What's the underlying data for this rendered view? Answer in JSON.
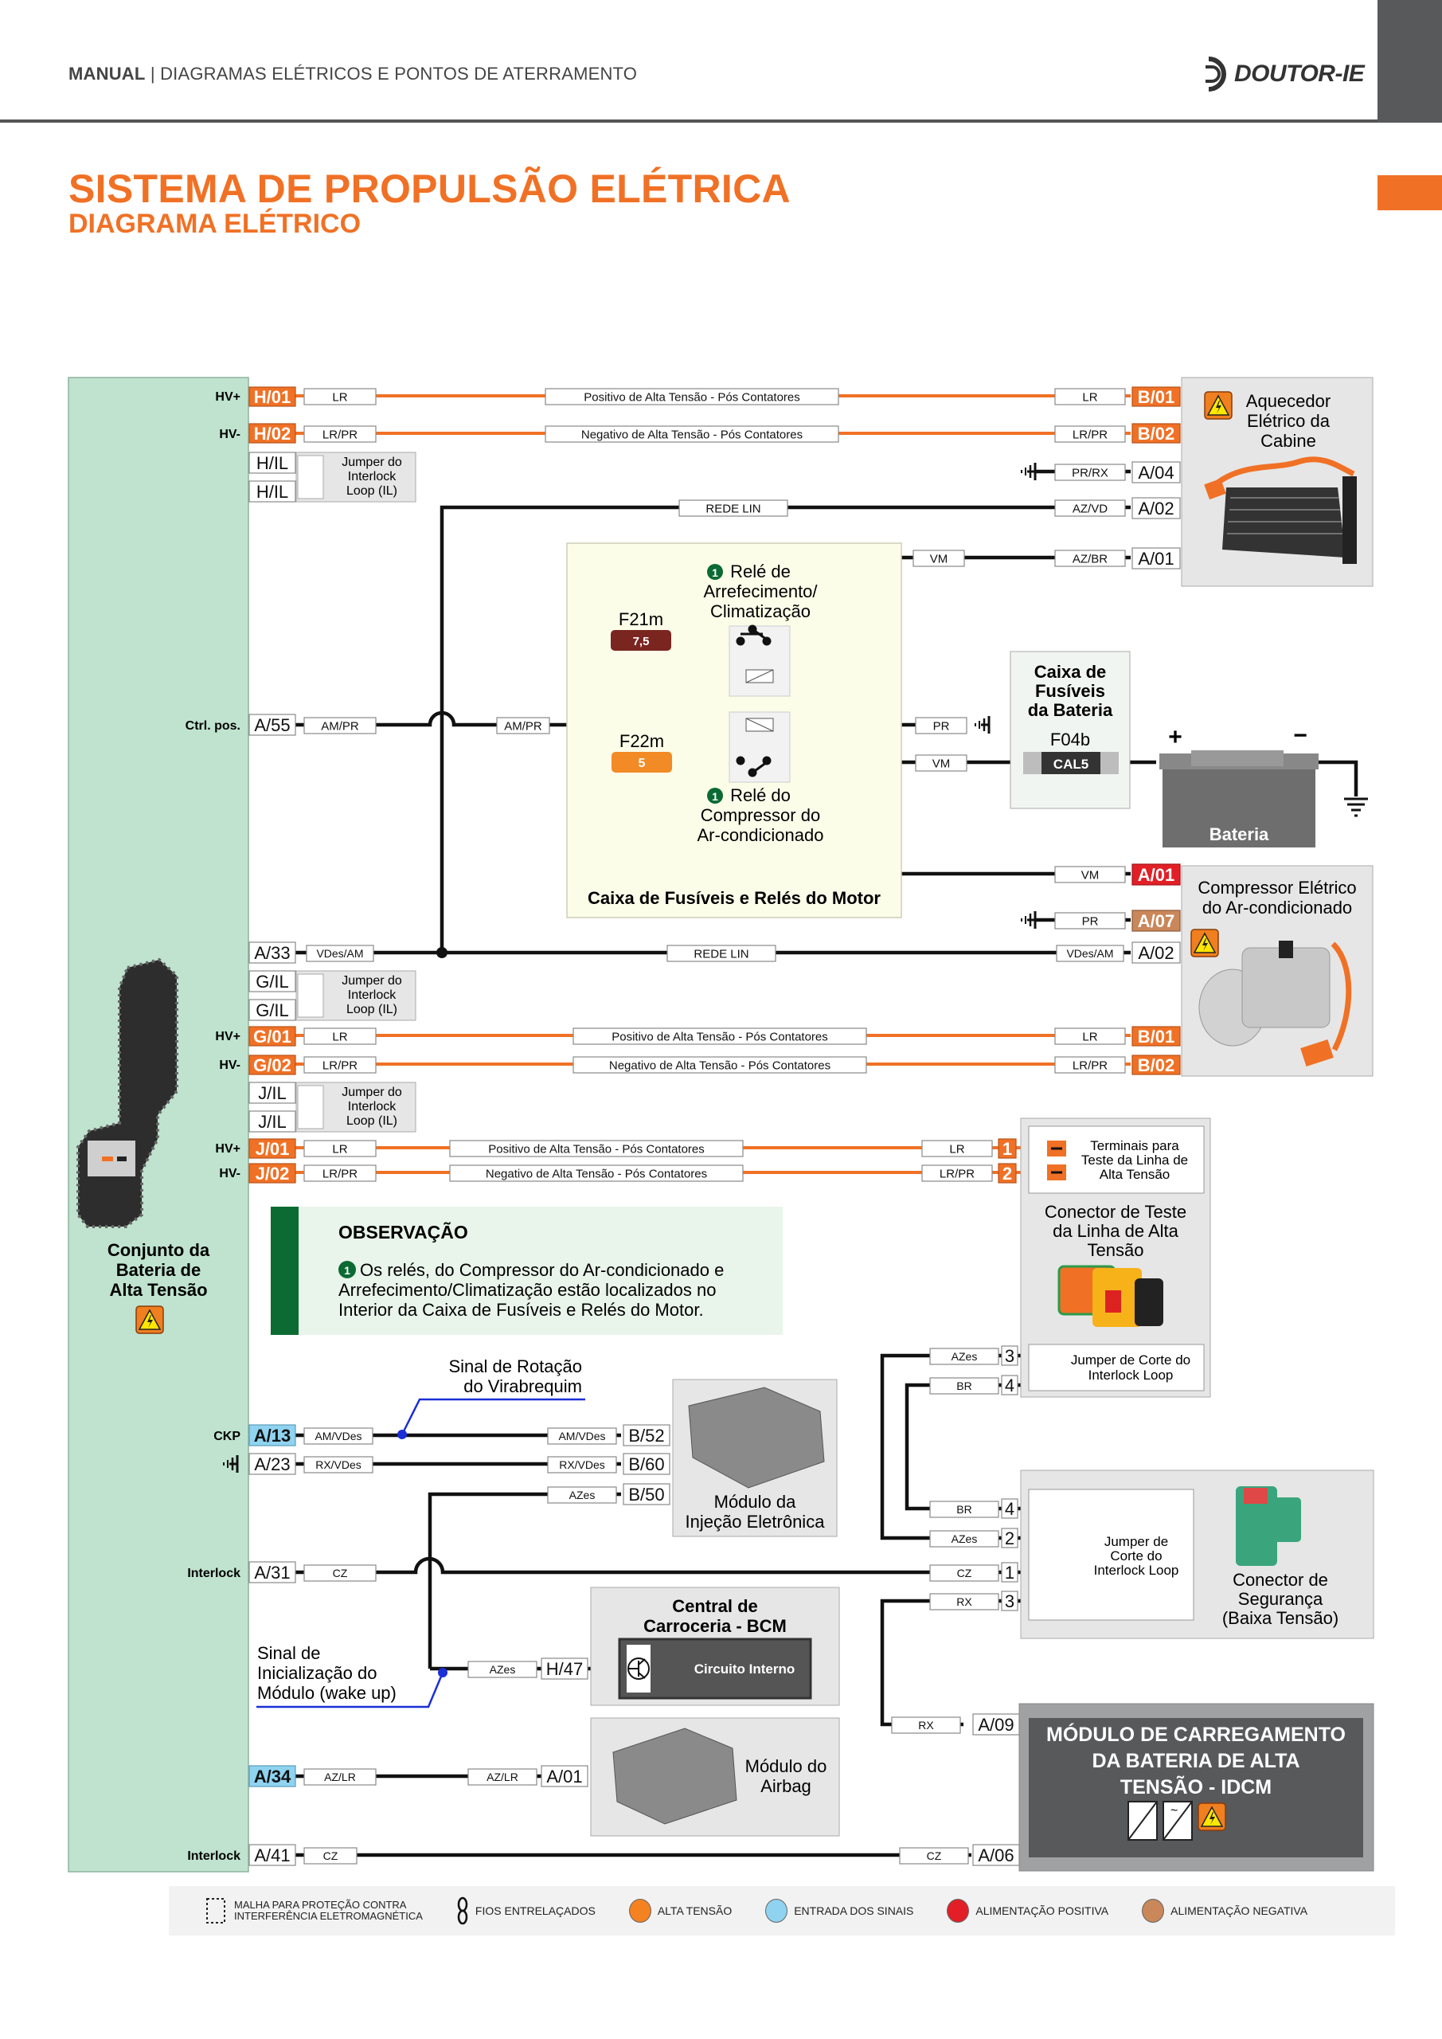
{
  "header": {
    "manual": "MANUAL",
    "section": "DIAGRAMAS ELÉTRICOS E PONTOS DE ATERRAMENTO",
    "brand": "DOUTOR-IE"
  },
  "title": {
    "main": "SISTEMA DE PROPULSÃO ELÉTRICA",
    "sub": "DIAGRAMA ELÉTRICO"
  },
  "colors": {
    "high_voltage": "#f07125",
    "signal_input": "#8fd3f0",
    "positive_supply": "#e21f26",
    "negative_supply": "#c9875a",
    "battery_panel": "#bfe3cf",
    "note_accent": "#0b6b33",
    "fuse_box": "#fcfde9"
  },
  "battery_pack": {
    "name": "Conjunto da Bateria de Alta Tensão",
    "name_lines": [
      "Conjunto da",
      "Bateria de",
      "Alta Tensão"
    ],
    "icon": "high-voltage-warning-icon"
  },
  "pins": {
    "hv_plus": "HV+",
    "hv_minus": "HV-",
    "ctrl_pos": "Ctrl. pos.",
    "ckp": "CKP",
    "interlock": "Interlock"
  },
  "wires": {
    "h01": {
      "pin": "H/01",
      "color": "LR",
      "desc": "Positivo de Alta Tensão - Pós Contatores",
      "end_color": "LR",
      "end_pin": "B/01"
    },
    "h02": {
      "pin": "H/02",
      "color": "LR/PR",
      "desc": "Negativo de Alta Tensão - Pós Contatores",
      "end_color": "LR/PR",
      "end_pin": "B/02"
    },
    "hil": {
      "pin": "H/IL",
      "jumper": [
        "Jumper do",
        "Interlock",
        "Loop (IL)"
      ]
    },
    "a04": {
      "color": "PR/RX",
      "pin": "A/04"
    },
    "lin1": {
      "label": "REDE LIN",
      "end_color": "AZ/VD",
      "end_pin": "A/02"
    },
    "a01_heater": {
      "color": "VM",
      "end_color": "AZ/BR",
      "end_pin": "A/01"
    },
    "a55": {
      "pin": "A/55",
      "color": "AM/PR",
      "mid_color": "AM/PR"
    },
    "pr_ground": {
      "color": "PR"
    },
    "vm_cal5": {
      "color": "VM"
    },
    "compressor_a01": {
      "color": "VM",
      "pin": "A/01"
    },
    "compressor_a07": {
      "color": "PR",
      "pin": "A/07"
    },
    "a33": {
      "pin": "A/33",
      "color": "VDes/AM",
      "label": "REDE LIN",
      "end_color": "VDes/AM",
      "end_pin": "A/02"
    },
    "gil": {
      "pin": "G/IL",
      "jumper": [
        "Jumper do",
        "Interlock",
        "Loop (IL)"
      ]
    },
    "g01": {
      "pin": "G/01",
      "color": "LR",
      "desc": "Positivo de Alta Tensão - Pós Contatores",
      "end_color": "LR",
      "end_pin": "B/01"
    },
    "g02": {
      "pin": "G/02",
      "color": "LR/PR",
      "desc": "Negativo de Alta Tensão - Pós Contatores",
      "end_color": "LR/PR",
      "end_pin": "B/02"
    },
    "jil": {
      "pin": "J/IL",
      "jumper": [
        "Jumper do",
        "Interlock",
        "Loop (IL)"
      ]
    },
    "j01": {
      "pin": "J/01",
      "color": "LR",
      "desc": "Positivo de Alta Tensão - Pós Contatores",
      "end_color": "LR",
      "end_pin": "1"
    },
    "j02": {
      "pin": "J/02",
      "color": "LR/PR",
      "desc": "Negativo de Alta Tensão - Pós Contatores",
      "end_color": "LR/PR",
      "end_pin": "2"
    },
    "a13": {
      "pin": "A/13",
      "color": "AM/VDes",
      "end_color": "AM/VDes",
      "end_pin": "B/52"
    },
    "a23": {
      "pin": "A/23",
      "color": "RX/VDes",
      "end_color": "RX/VDes",
      "end_pin": "B/60"
    },
    "b50": {
      "color": "AZes",
      "pin": "B/50"
    },
    "a31": {
      "pin": "A/31",
      "color": "CZ"
    },
    "h47": {
      "color": "AZes",
      "pin": "H/47"
    },
    "a34": {
      "pin": "A/34",
      "color": "AZ/LR",
      "end_color": "AZ/LR",
      "end_pin": "A/01"
    },
    "a41": {
      "pin": "A/41",
      "color": "CZ",
      "end_color": "CZ",
      "end_pin": "A/06"
    },
    "a09": {
      "color": "RX",
      "pin": "A/09"
    },
    "test_3": {
      "color": "AZes",
      "pin": "3"
    },
    "test_4": {
      "color": "BR",
      "pin": "4"
    },
    "sec_4": {
      "color": "BR",
      "pin": "4"
    },
    "sec_2": {
      "color": "AZes",
      "pin": "2"
    },
    "sec_1": {
      "color": "CZ",
      "pin": "1"
    },
    "sec_3": {
      "color": "RX",
      "pin": "3"
    }
  },
  "heater": {
    "name_lines": [
      "Aquecedor",
      "Elétrico da",
      "Cabine"
    ]
  },
  "fuse_relay_box": {
    "name": "Caixa de Fusíveis e Relés do Motor",
    "relay1_lines": [
      "Relé de",
      "Arrefecimento/",
      "Climatização"
    ],
    "relay2_lines": [
      "Relé do",
      "Compressor do",
      "Ar-condicionado"
    ],
    "note_marker": "1",
    "fuse1": {
      "id": "F21m",
      "rating": "7,5"
    },
    "fuse2": {
      "id": "F22m",
      "rating": "5"
    }
  },
  "battery_fuse_box": {
    "name_lines": [
      "Caixa de",
      "Fusíveis",
      "da Bateria"
    ],
    "fuse_id": "F04b",
    "fuse_rating": "CAL5"
  },
  "battery_12v": {
    "label": "Bateria",
    "plus": "+",
    "minus": "−"
  },
  "compressor": {
    "name_lines": [
      "Compressor Elétrico",
      "do Ar-condicionado"
    ]
  },
  "test_connector": {
    "terminals_lines": [
      "Terminais para",
      "Teste da Linha de",
      "Alta Tensão"
    ],
    "name_lines": [
      "Conector de Teste",
      "da Linha de Alta",
      "Tensão"
    ],
    "jumper_lines": [
      "Jumper de Corte do",
      "Interlock Loop"
    ]
  },
  "note": {
    "title": "OBSERVAÇÃO",
    "marker": "1",
    "lines": [
      "Os relés, do Compressor do Ar-condicionado e",
      "Arrefecimento/Climatização estão localizados no",
      "Interior da Caixa de Fusíveis e Relés do Motor."
    ]
  },
  "crank_signal": {
    "lines": [
      "Sinal de Rotação",
      "do Virabrequim"
    ]
  },
  "ecm": {
    "name_lines": [
      "Módulo da",
      "Injeção Eletrônica"
    ]
  },
  "wakeup_signal": {
    "lines": [
      "Sinal de",
      "Inicialização do",
      "Módulo (wake up)"
    ]
  },
  "bcm": {
    "name_lines": [
      "Central de",
      "Carroceria - BCM"
    ],
    "internal": "Circuito Interno"
  },
  "airbag": {
    "name_lines": [
      "Módulo do",
      "Airbag"
    ]
  },
  "safety_connector": {
    "jumper_lines": [
      "Jumper de",
      "Corte do",
      "Interlock Loop"
    ],
    "name_lines": [
      "Conector de",
      "Segurança",
      "(Baixa Tensão)"
    ]
  },
  "idcm": {
    "name_lines": [
      "MÓDULO DE CARREGAMENTO",
      "DA BATERIA DE ALTA",
      "TENSÃO - IDCM"
    ]
  },
  "legend": [
    {
      "label": "MALHA PARA PROTEÇÃO CONTRA INTERFERÊNCIA ELETROMAGNÉTICA",
      "lines": [
        "MALHA PARA PROTEÇÃO CONTRA",
        "INTERFERÊNCIA ELETROMAGNÉTICA"
      ],
      "icon": "shield-mesh-icon"
    },
    {
      "label": "FIOS ENTRELAÇADOS",
      "icon": "twisted-wires-icon"
    },
    {
      "label": "ALTA TENSÃO",
      "color": "#f58220"
    },
    {
      "label": "ENTRADA DOS SINAIS",
      "color": "#8fd3f0"
    },
    {
      "label": "ALIMENTAÇÃO POSITIVA",
      "color": "#e21f26"
    },
    {
      "label": "ALIMENTAÇÃO NEGATIVA",
      "color": "#c9875a"
    }
  ]
}
